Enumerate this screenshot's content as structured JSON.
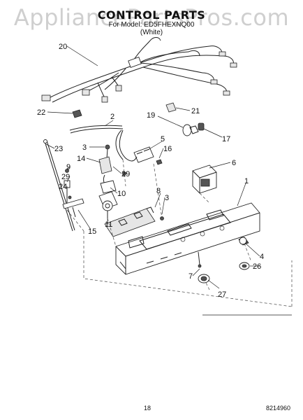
{
  "watermark": "AppliancePartsPros.com",
  "header": {
    "title": "CONTROL PARTS",
    "model": "For Model: ED5FHEXNQ00",
    "color": "(White)"
  },
  "callouts": [
    "20",
    "22",
    "2",
    "21",
    "19",
    "5",
    "16",
    "17",
    "23",
    "3",
    "14",
    "29",
    "9",
    "6",
    "29",
    "24",
    "10",
    "8",
    "3",
    "1",
    "11",
    "15",
    "7",
    "4",
    "26",
    "27"
  ],
  "footer": {
    "page_number": "18",
    "doc_number": "8214960"
  }
}
